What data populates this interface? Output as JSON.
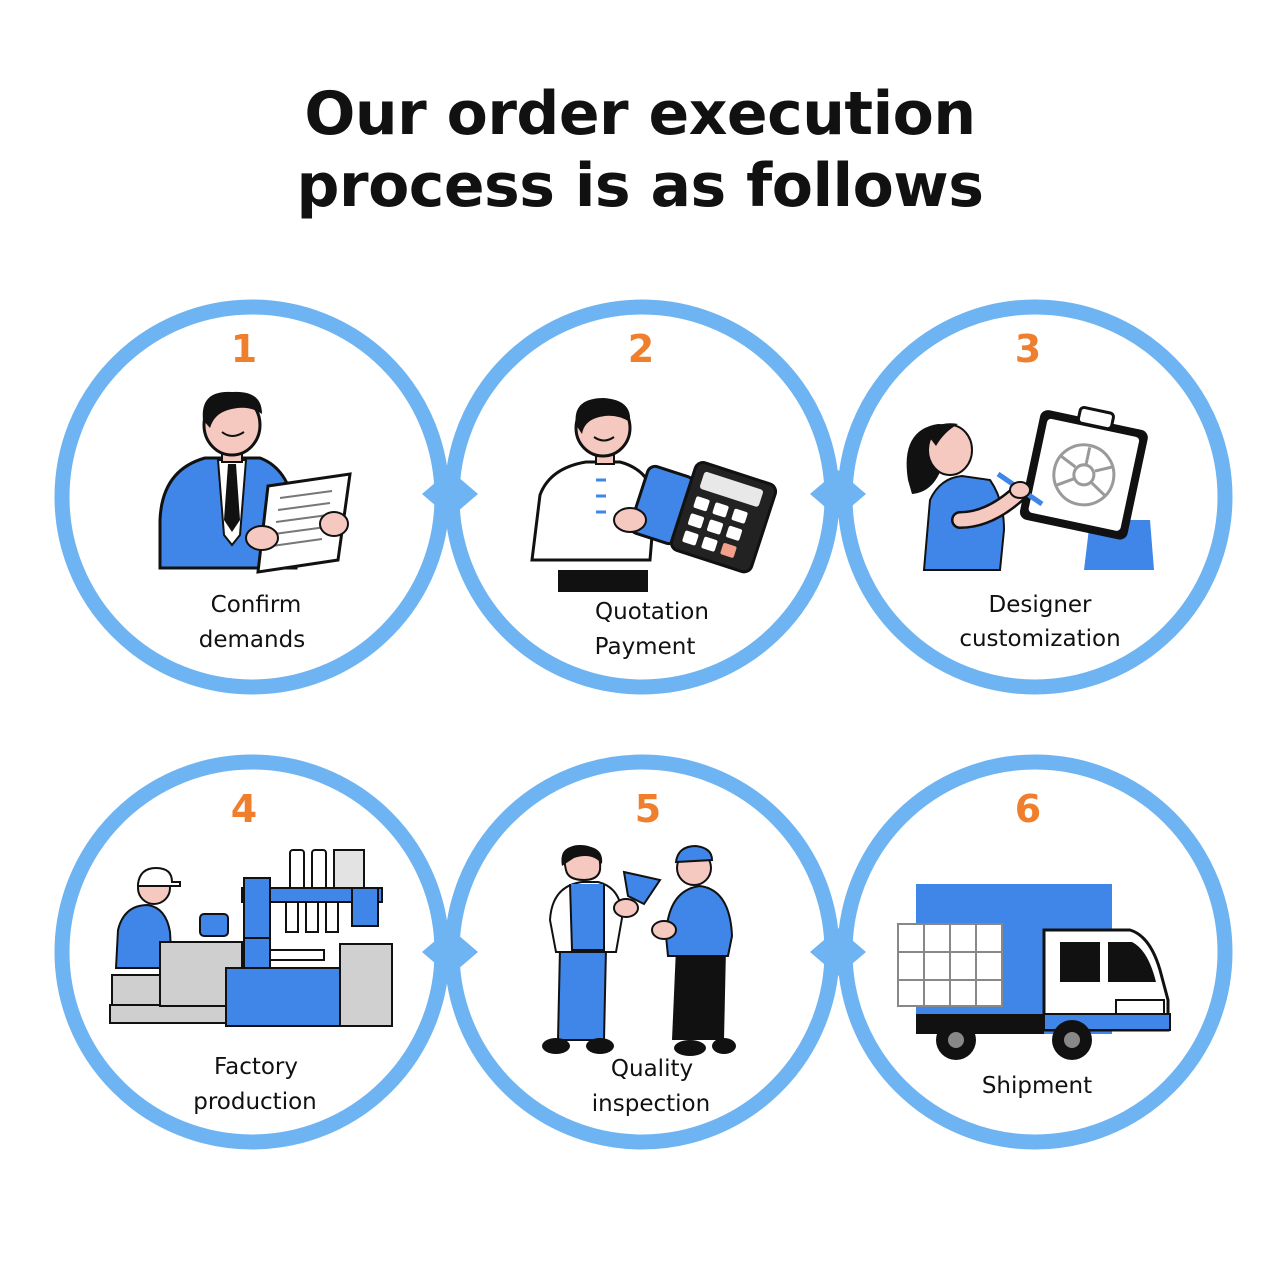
{
  "title": {
    "line1": "Our order execution",
    "line2": "process is as follows"
  },
  "colors": {
    "ring": "#6fb4f2",
    "accent": "#3f86e8",
    "number": "#ef7f2c",
    "ink": "#111111"
  },
  "steps": [
    {
      "number": "1",
      "line1": "Confirm",
      "line2": "demands",
      "icon": "businessman-reading-document-icon"
    },
    {
      "number": "2",
      "line1": "Quotation",
      "line2": "Payment",
      "icon": "man-with-phone-and-calculator-icon"
    },
    {
      "number": "3",
      "line1": "Designer",
      "line2": "customization",
      "icon": "designer-drawing-wheel-icon"
    },
    {
      "number": "4",
      "line1": "Factory",
      "line2": "production",
      "icon": "factory-machine-icon"
    },
    {
      "number": "5",
      "line1": "Quality",
      "line2": "inspection",
      "icon": "inspectors-checking-part-icon"
    },
    {
      "number": "6",
      "line1": "Shipment",
      "line2": "",
      "icon": "delivery-truck-icon"
    }
  ]
}
